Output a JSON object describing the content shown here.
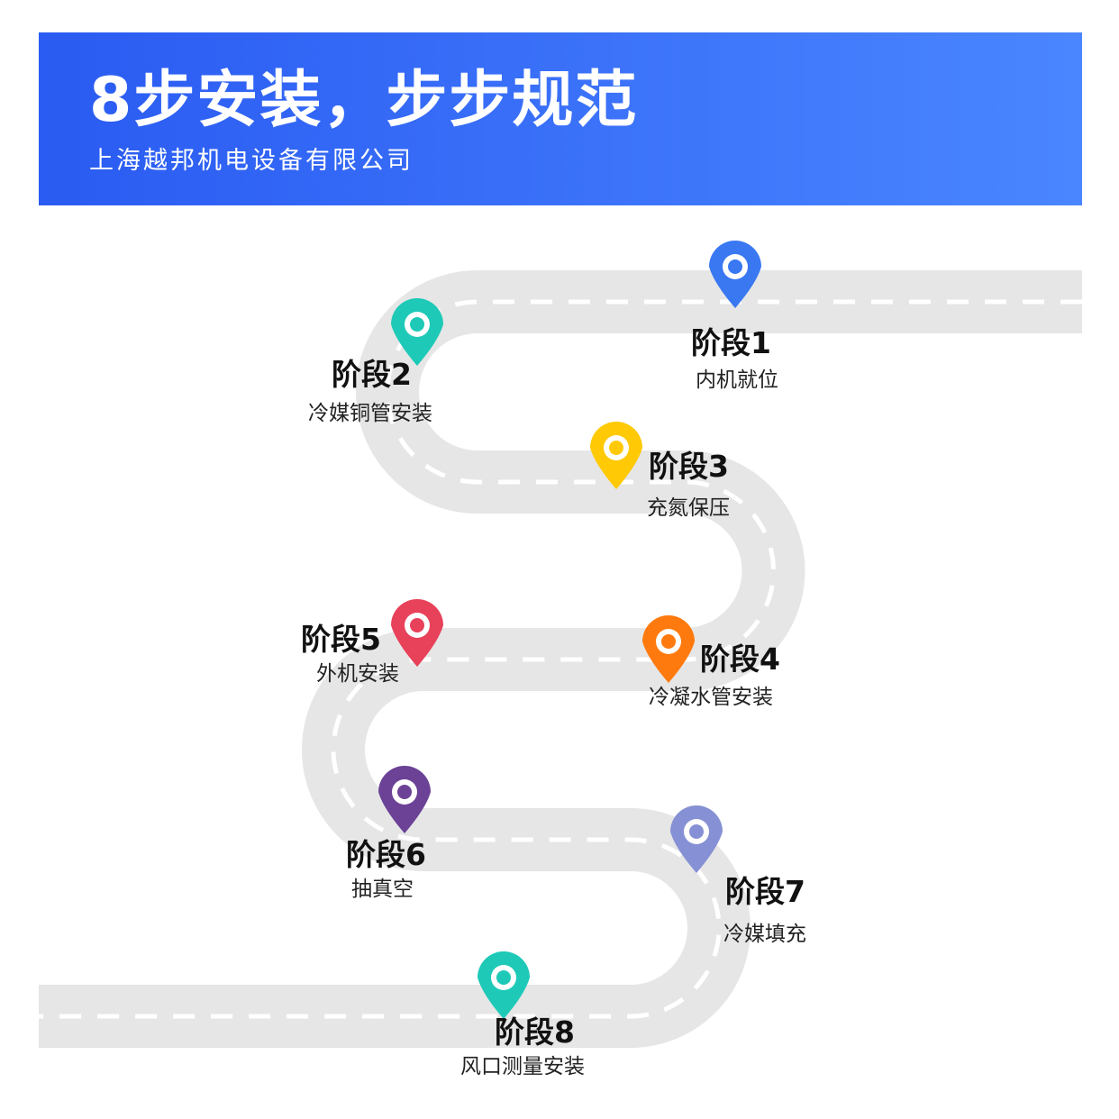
{
  "header": {
    "title": "8步安装，步步规范",
    "subtitle": "上海越邦机电设备有限公司"
  },
  "colors": {
    "banner_start": "#2a5bf2",
    "banner_end": "#4a86ff",
    "road": "#e6e6e6",
    "road_dash": "#ffffff"
  },
  "stages": [
    {
      "title": "阶段1",
      "desc": "内机就位",
      "color": "#3a78f2",
      "icon": "map-pin-icon"
    },
    {
      "title": "阶段2",
      "desc": "冷媒铜管安装",
      "color": "#1ec9b7",
      "icon": "map-pin-icon"
    },
    {
      "title": "阶段3",
      "desc": "充氮保压",
      "color": "#ffc905",
      "icon": "map-pin-icon"
    },
    {
      "title": "阶段4",
      "desc": "冷凝水管安装",
      "color": "#ff7a0e",
      "icon": "map-pin-icon"
    },
    {
      "title": "阶段5",
      "desc": "外机安装",
      "color": "#e8415a",
      "icon": "map-pin-icon"
    },
    {
      "title": "阶段6",
      "desc": "抽真空",
      "color": "#6b4296",
      "icon": "map-pin-icon"
    },
    {
      "title": "阶段7",
      "desc": "冷媒填充",
      "color": "#8690d4",
      "icon": "map-pin-icon"
    },
    {
      "title": "阶段8",
      "desc": "风口测量安装",
      "color": "#1ec9b7",
      "icon": "map-pin-icon"
    }
  ]
}
